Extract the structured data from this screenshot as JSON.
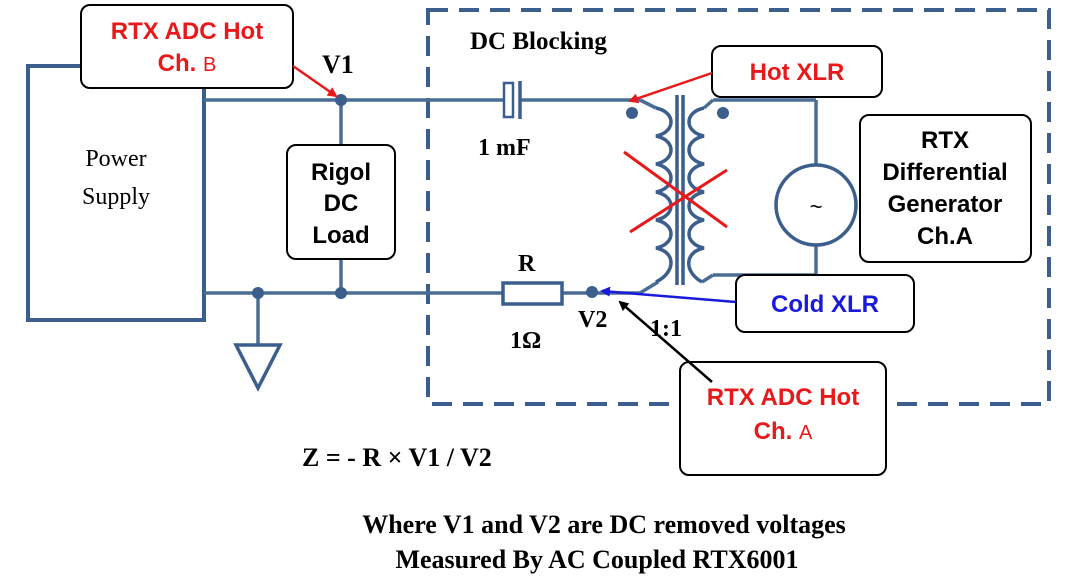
{
  "colors": {
    "wire": "#4a6d96",
    "supply_border": "#3b5e8c",
    "callout_red": "#e8191a",
    "callout_blue": "#1a1adc",
    "black": "#000000"
  },
  "labels": {
    "dc_blocking": "DC Blocking",
    "v1": "V1",
    "v2": "V2",
    "capacitor": "1 mF",
    "resistor_name": "R",
    "resistor_value": "1Ω",
    "transformer_ratio": "1:1",
    "power_supply": [
      "Power",
      "Supply"
    ],
    "rigol_load": [
      "Rigol",
      "DC",
      "Load"
    ],
    "generator": [
      "RTX",
      "Differential",
      "Generator",
      "Ch.A"
    ],
    "generator_symbol": "~"
  },
  "callouts": {
    "adc_b": {
      "line1": "RTX ADC Hot",
      "line2_prefix": "Ch. ",
      "line2_suffix": "B"
    },
    "adc_a": {
      "line1": "RTX ADC Hot",
      "line2_prefix": "Ch. ",
      "line2_suffix": "A"
    },
    "hot_xlr": "Hot XLR",
    "cold_xlr": "Cold XLR"
  },
  "equation": "Z = - R × V1 / V2",
  "footer": {
    "line1": "Where V1 and V2 are DC removed voltages",
    "line2": "Measured By AC Coupled RTX6001"
  }
}
